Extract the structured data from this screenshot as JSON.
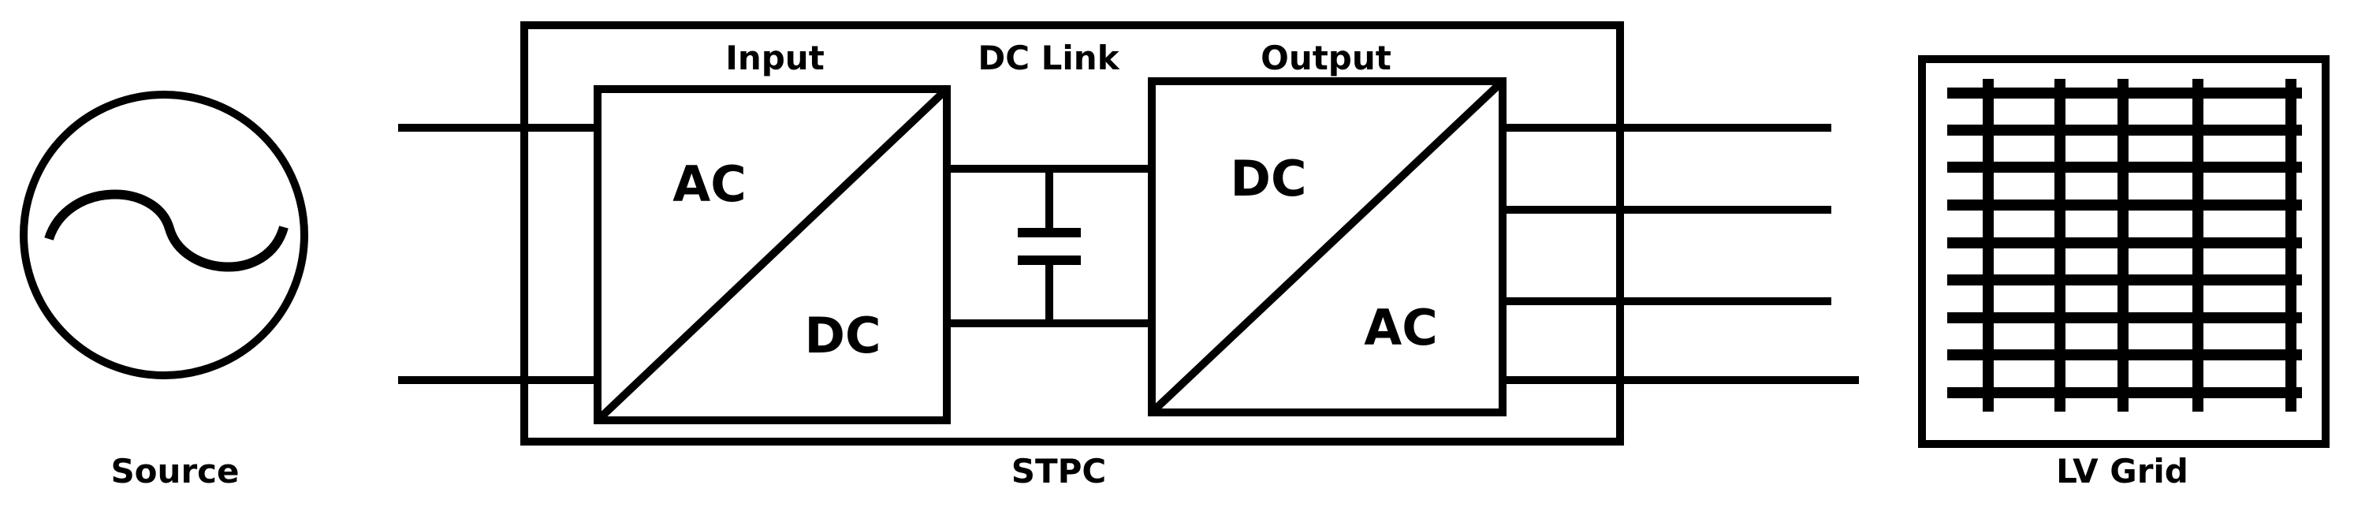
{
  "labels": {
    "source": "Source",
    "stpc": "STPC",
    "input": "Input",
    "dc_link": "DC Link",
    "output": "Output",
    "lv_grid": "LV Grid"
  },
  "input_converter": {
    "top_label": "AC",
    "bottom_label": "DC"
  },
  "output_converter": {
    "top_label": "DC",
    "bottom_label": "AC"
  },
  "source_icon": "ac-sine-source-icon",
  "grid_icon": "lv-grid-mesh-icon"
}
